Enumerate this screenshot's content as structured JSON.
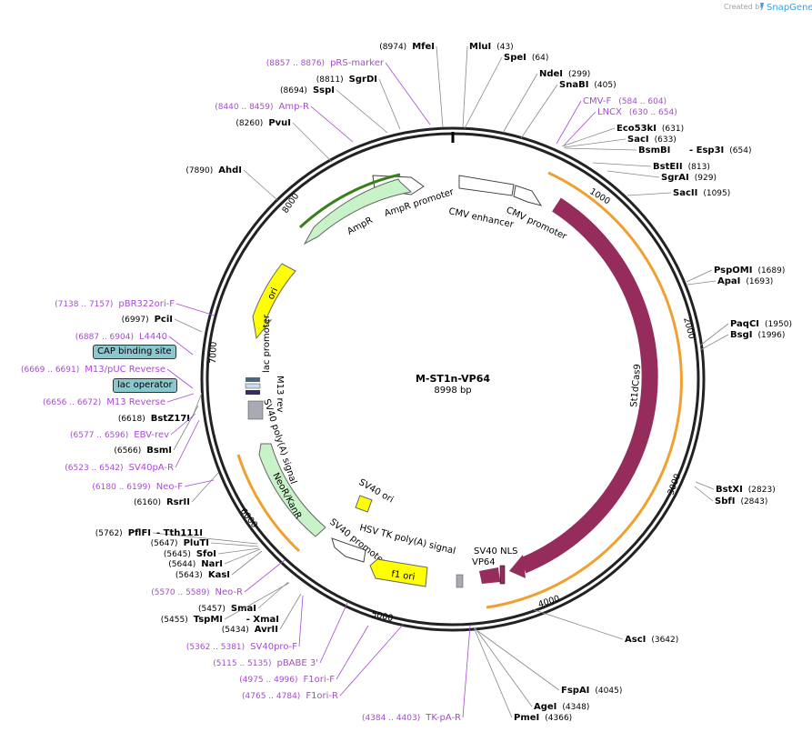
{
  "header": {
    "created_by": "Created by",
    "brand": "SnapGene"
  },
  "plasmid": {
    "name": "M-ST1n-VP64",
    "length_label": "8998 bp",
    "length": 8998
  },
  "colors": {
    "primer": "#a64bd0",
    "ori": "#ffff00",
    "cds_marker": "#c8f2c8",
    "sttd": "#962c5c",
    "orange": "#f0a030",
    "boxed_feature": "#8ac8cf"
  },
  "ticks": [
    "1000",
    "2000",
    "3000",
    "4000",
    "5000",
    "6000",
    "7000",
    "8000"
  ],
  "enzymes_right": [
    {
      "name": "MluI",
      "pos": "(43)"
    },
    {
      "name": "SpeI",
      "pos": "(64)"
    },
    {
      "name": "NdeI",
      "pos": "(299)"
    },
    {
      "name": "SnaBI",
      "pos": "(405)"
    },
    {
      "name": "Eco53kI",
      "pos": "(631)"
    },
    {
      "name": "SacI",
      "pos": "(633)"
    },
    {
      "name": "BsmBI",
      "pos": ""
    },
    {
      "name": "- Esp3I",
      "pos": "(654)"
    },
    {
      "name": "BstEII",
      "pos": "(813)"
    },
    {
      "name": "SgrAI",
      "pos": "(929)"
    },
    {
      "name": "SacII",
      "pos": "(1095)"
    },
    {
      "name": "PspOMI",
      "pos": "(1689)"
    },
    {
      "name": "ApaI",
      "pos": "(1693)"
    },
    {
      "name": "PaqCI",
      "pos": "(1950)"
    },
    {
      "name": "BsgI",
      "pos": "(1996)"
    },
    {
      "name": "BstXI",
      "pos": "(2823)"
    },
    {
      "name": "SbfI",
      "pos": "(2843)"
    },
    {
      "name": "AscI",
      "pos": "(3642)"
    },
    {
      "name": "FspAI",
      "pos": "(4045)"
    },
    {
      "name": "AgeI",
      "pos": "(4348)"
    },
    {
      "name": "PmeI",
      "pos": "(4366)"
    }
  ],
  "enzymes_left": [
    {
      "name": "MfeI",
      "pos": "(8974)"
    },
    {
      "name": "SgrDI",
      "pos": "(8811)"
    },
    {
      "name": "SspI",
      "pos": "(8694)"
    },
    {
      "name": "PvuI",
      "pos": "(8260)"
    },
    {
      "name": "AhdI",
      "pos": "(7890)"
    },
    {
      "name": "PciI",
      "pos": "(6997)"
    },
    {
      "name": "BstZ17I",
      "pos": "(6618)"
    },
    {
      "name": "BsmI",
      "pos": "(6566)"
    },
    {
      "name": "RsrII",
      "pos": "(6160)"
    },
    {
      "name": "PflFI",
      "pos": "(5762)"
    },
    {
      "name": "- Tth111I",
      "pos": ""
    },
    {
      "name": "PluTI",
      "pos": "(5647)"
    },
    {
      "name": "SfoI",
      "pos": "(5645)"
    },
    {
      "name": "NarI",
      "pos": "(5644)"
    },
    {
      "name": "KasI",
      "pos": "(5643)"
    },
    {
      "name": "SmaI",
      "pos": "(5457)"
    },
    {
      "name": "TspMI",
      "pos": "(5455)"
    },
    {
      "name": "- XmaI",
      "pos": ""
    },
    {
      "name": "AvrII",
      "pos": "(5434)"
    }
  ],
  "primers": [
    {
      "name": "pRS-marker",
      "range": "(8857 .. 8876)"
    },
    {
      "name": "Amp-R",
      "range": "(8440 .. 8459)"
    },
    {
      "name": "CMV-F",
      "range": "(584 .. 604)"
    },
    {
      "name": "LNCX",
      "range": "(630 .. 654)"
    },
    {
      "name": "pBR322ori-F",
      "range": "(7138 .. 7157)"
    },
    {
      "name": "L4440",
      "range": "(6887 .. 6904)"
    },
    {
      "name": "M13/pUC Reverse",
      "range": "(6669 .. 6691)"
    },
    {
      "name": "M13 Reverse",
      "range": "(6656 .. 6672)"
    },
    {
      "name": "EBV-rev",
      "range": "(6577 .. 6596)"
    },
    {
      "name": "SV40pA-R",
      "range": "(6523 .. 6542)"
    },
    {
      "name": "Neo-F",
      "range": "(6180 .. 6199)"
    },
    {
      "name": "Neo-R",
      "range": "(5570 .. 5589)"
    },
    {
      "name": "SV40pro-F",
      "range": "(5362 .. 5381)"
    },
    {
      "name": "pBABE 3'",
      "range": "(5115 .. 5135)"
    },
    {
      "name": "F1ori-F",
      "range": "(4975 .. 4996)"
    },
    {
      "name": "F1ori-R",
      "range": "(4765 .. 4784)"
    },
    {
      "name": "TK-pA-R",
      "range": "(4384 .. 4403)"
    }
  ],
  "boxed_features": [
    "CAP binding site",
    "lac operator"
  ],
  "features": {
    "cmv_enhancer": "CMV enhancer",
    "cmv_promoter": "CMV promoter",
    "amp_promoter": "AmpR promoter",
    "ampr": "AmpR",
    "ori": "ori",
    "lac_promoter": "lac promoter",
    "m13_rev": "M13 rev",
    "sv40_polya": "SV40 poly(A) signal",
    "neor": "NeoR/KanR",
    "sv40_promoter": "SV40 promoter",
    "sv40_ori": "SV40 ori",
    "hsv_tk": "HSV TK poly(A) signal",
    "f1_ori": "f1 ori",
    "st1dcas9": "St1dCas9",
    "sv40_nls": "SV40 NLS",
    "vp64": "VP64"
  }
}
